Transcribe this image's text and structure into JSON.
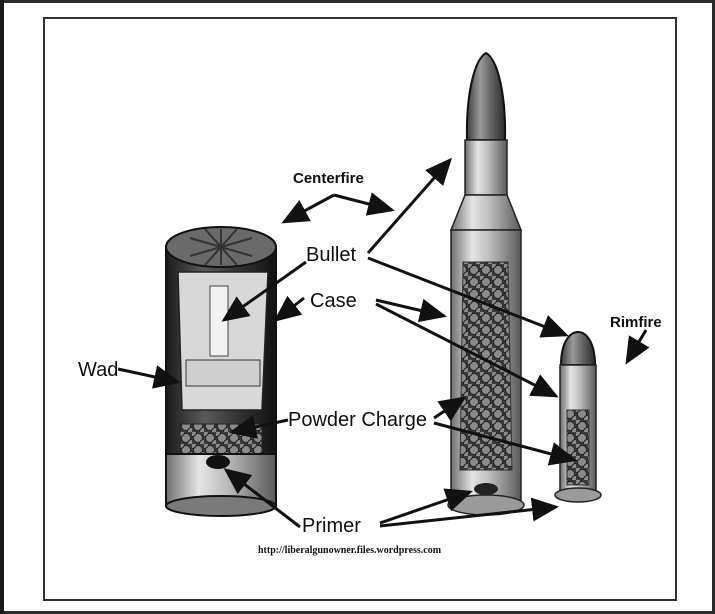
{
  "figure": {
    "labels": {
      "centerfire": "Centerfire",
      "rimfire": "Rimfire",
      "bullet": "Bullet",
      "case": "Case",
      "wad": "Wad",
      "powder_charge": "Powder Charge",
      "primer": "Primer"
    },
    "source_url": "http://liberalgunowner.files.wordpress.com"
  }
}
